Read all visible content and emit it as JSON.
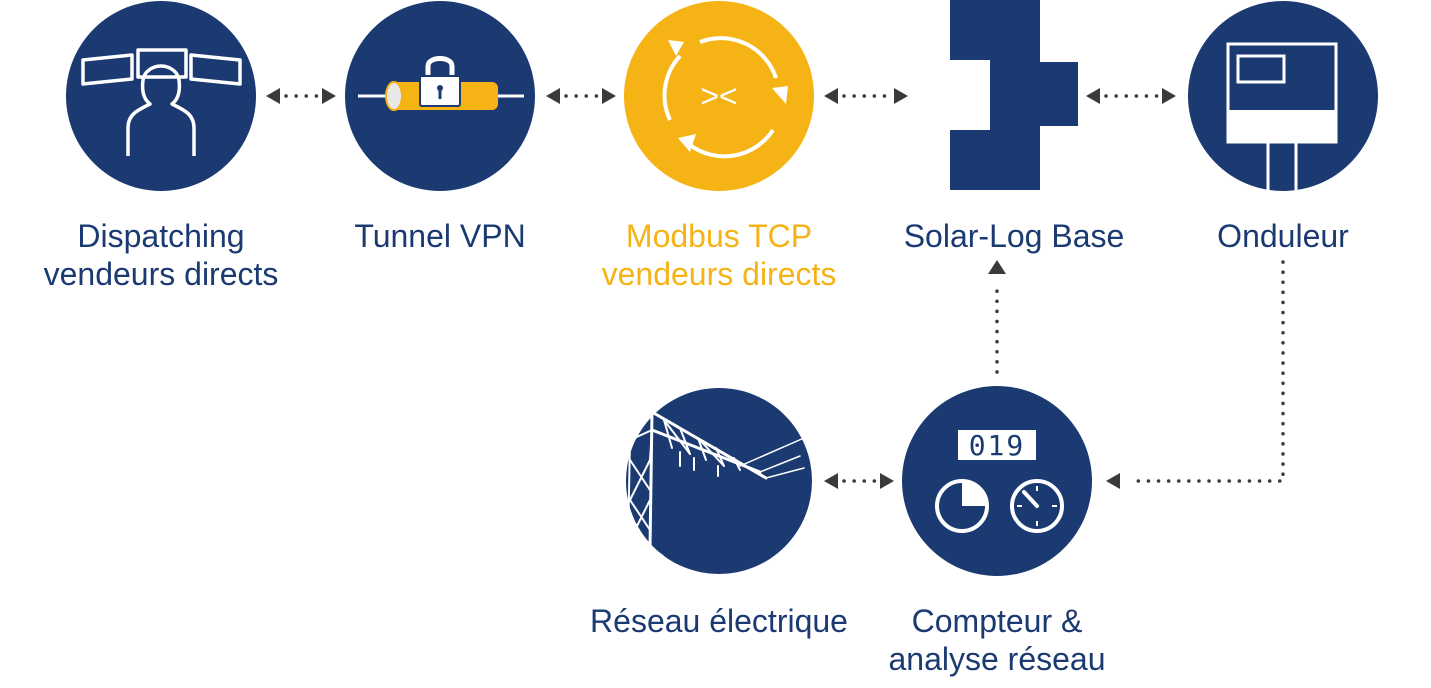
{
  "colors": {
    "navy": "#1b3a72",
    "yellow": "#f5b315",
    "connector": "#3a3a3a",
    "white": "#ffffff"
  },
  "nodes": [
    {
      "id": "dispatching",
      "icon": "operator-monitors-icon",
      "lines": [
        "Dispatching",
        "vendeurs directs"
      ],
      "accent": false
    },
    {
      "id": "vpn",
      "icon": "vpn-tunnel-lock-icon",
      "lines": [
        "Tunnel VPN"
      ],
      "accent": false
    },
    {
      "id": "modbus",
      "icon": "modbus-exchange-icon",
      "lines": [
        "Modbus TCP",
        "vendeurs directs"
      ],
      "accent": true
    },
    {
      "id": "solarlog",
      "icon": "solar-log-device-icon",
      "lines": [
        "Solar-Log Base"
      ],
      "accent": false
    },
    {
      "id": "inverter",
      "icon": "inverter-icon",
      "lines": [
        "Onduleur"
      ],
      "accent": false
    },
    {
      "id": "grid",
      "icon": "power-pylon-icon",
      "lines": [
        "Réseau électrique"
      ],
      "accent": false
    },
    {
      "id": "meter",
      "icon": "meter-analyzer-icon",
      "lines": [
        "Compteur &",
        "analyse réseau"
      ],
      "accent": false
    }
  ],
  "meter_digits": "019",
  "modbus_symbol": "><",
  "connections": [
    {
      "from": "dispatching",
      "to": "vpn",
      "direction": "both"
    },
    {
      "from": "vpn",
      "to": "modbus",
      "direction": "both"
    },
    {
      "from": "modbus",
      "to": "solarlog",
      "direction": "both"
    },
    {
      "from": "solarlog",
      "to": "inverter",
      "direction": "both"
    },
    {
      "from": "inverter",
      "to": "meter",
      "direction": "to"
    },
    {
      "from": "meter",
      "to": "solarlog",
      "direction": "to"
    },
    {
      "from": "grid",
      "to": "meter",
      "direction": "both"
    }
  ]
}
